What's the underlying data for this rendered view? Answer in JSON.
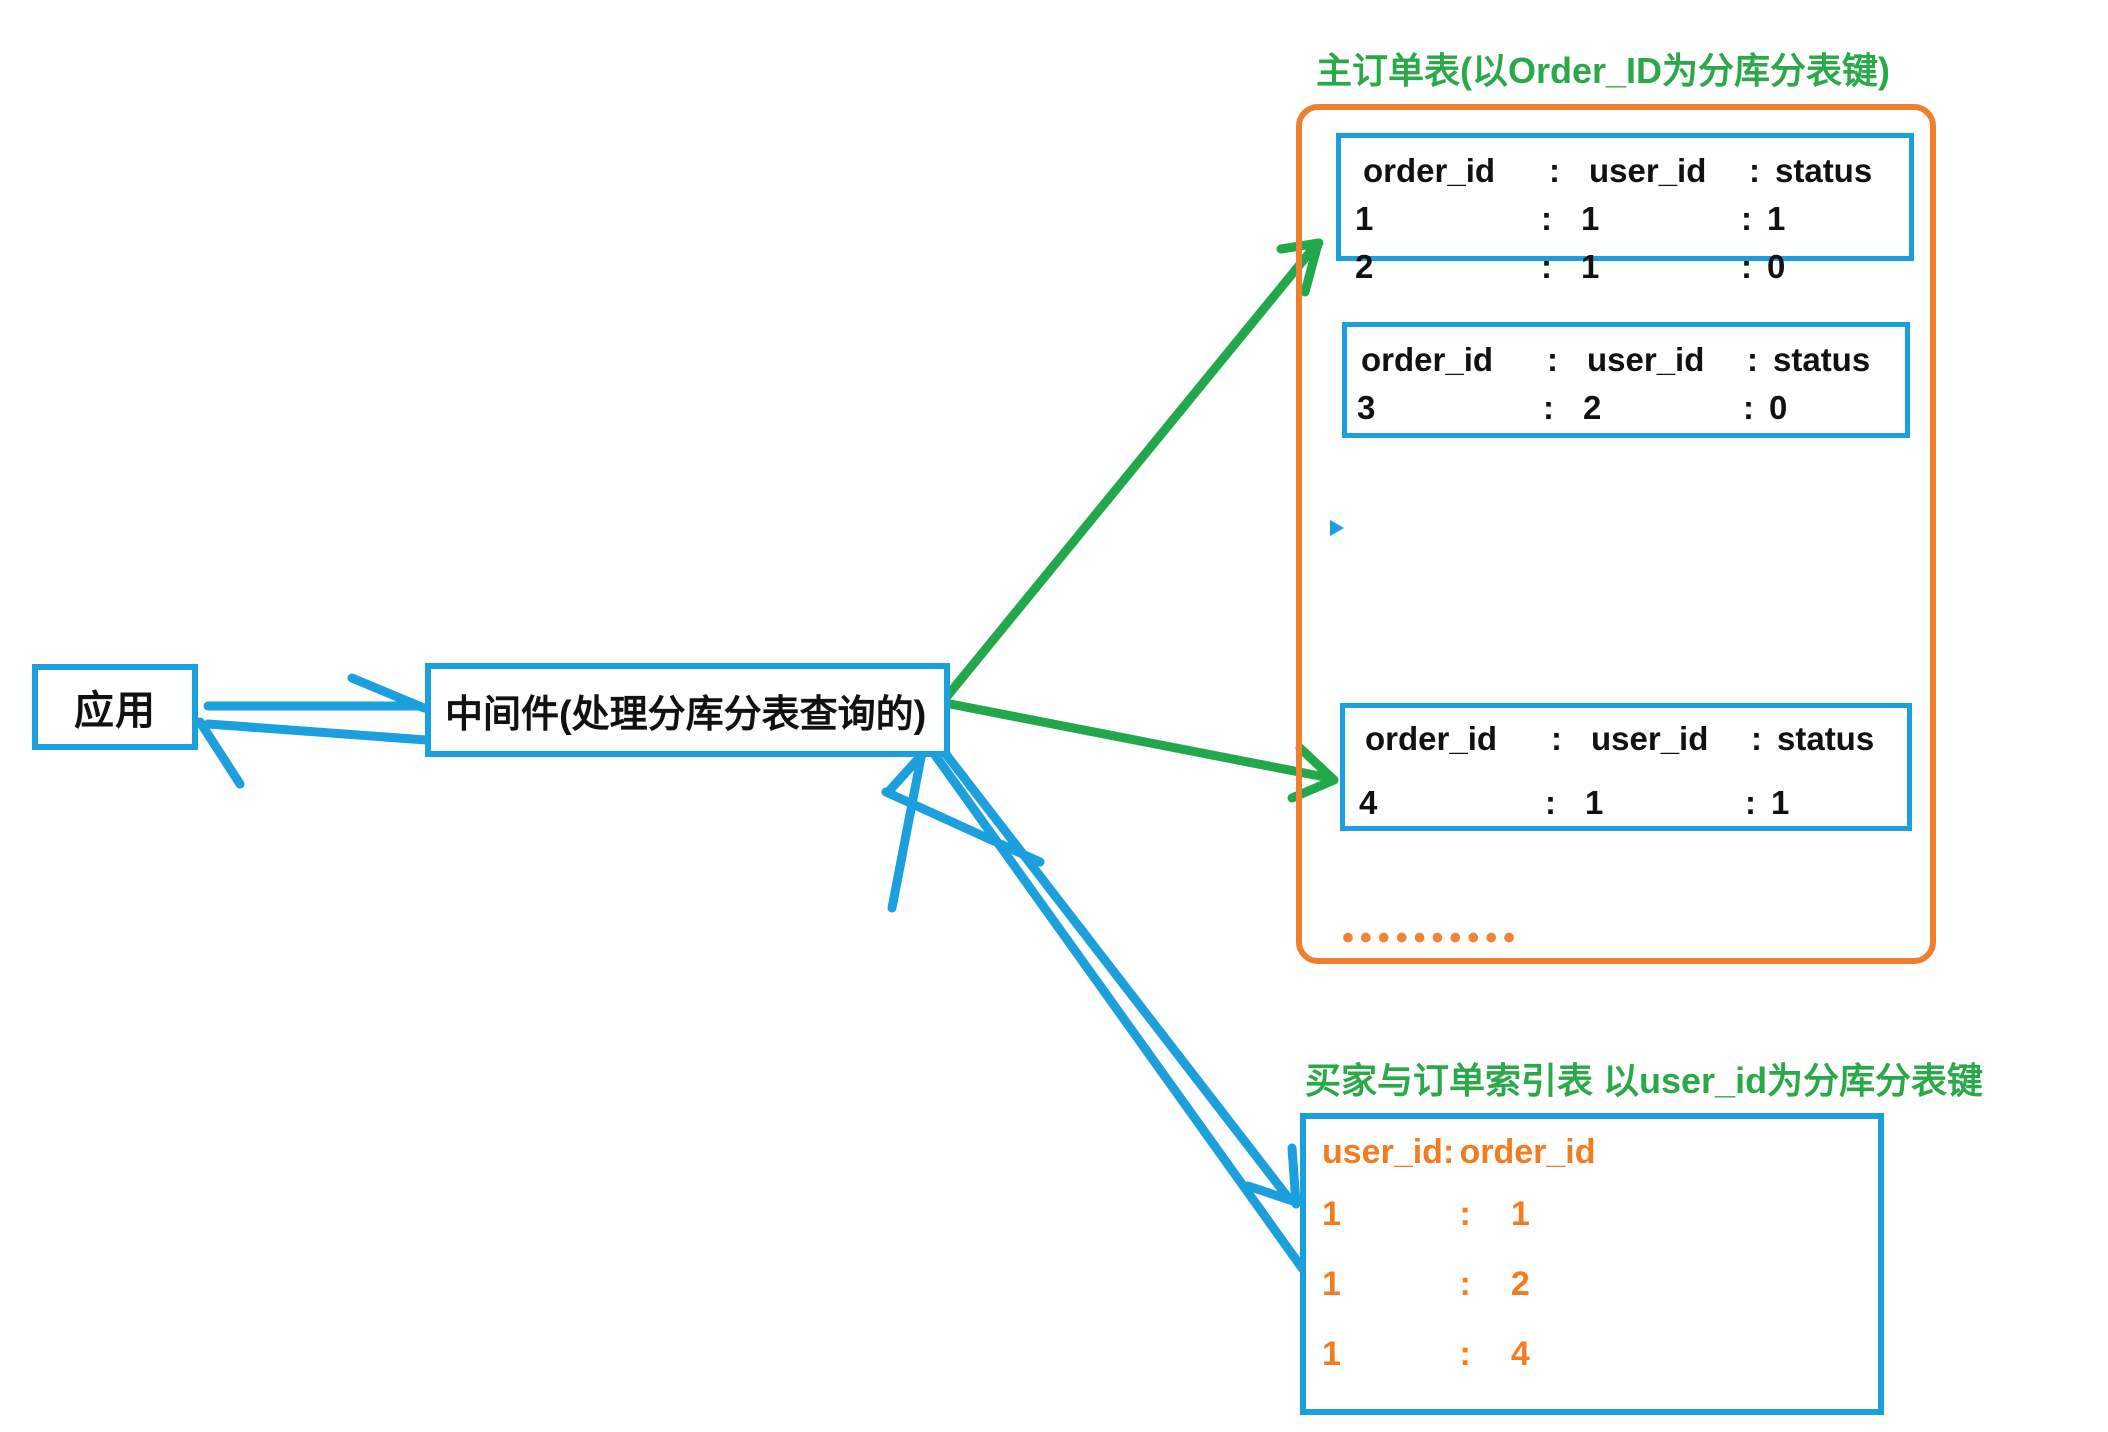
{
  "diagram": {
    "type": "architecture-sharding-diagram",
    "colors": {
      "box_border_blue": "#1b9fdd",
      "container_orange": "#ef7f2e",
      "title_green": "#2aa84a",
      "index_text_orange": "#f47c20",
      "arrow_green": "#21a84a",
      "arrow_blue": "#1b9fdd",
      "text_black": "#111111"
    },
    "nodes": {
      "app": {
        "label": "应用"
      },
      "middleware": {
        "label": "中间件(处理分库分表查询的)"
      }
    },
    "main_table": {
      "title": "主订单表(以Order_ID为分库分表键)",
      "ellipsis": "••••••••••",
      "shards": [
        {
          "name": "shard-1",
          "header": [
            "order_id",
            ":",
            "user_id",
            ":",
            "status"
          ],
          "rows": [
            [
              "1",
              ":",
              "1",
              ":",
              "1"
            ],
            [
              "2",
              ":",
              "1",
              ":",
              "0"
            ]
          ]
        },
        {
          "name": "shard-2",
          "header": [
            "order_id",
            ":",
            "user_id",
            ":",
            "status"
          ],
          "rows": [
            [
              "3",
              ":",
              "2",
              ":",
              "0"
            ]
          ]
        },
        {
          "name": "shard-3",
          "header": [
            "order_id",
            ":",
            "user_id",
            ":",
            "status"
          ],
          "rows": [
            [
              "4",
              ":",
              "1",
              ":",
              "1"
            ]
          ]
        }
      ]
    },
    "index_table": {
      "title": "买家与订单索引表 以user_id为分库分表键",
      "header": [
        "user_id:",
        "order_id"
      ],
      "rows": [
        [
          "1",
          ":",
          "1"
        ],
        [
          "1",
          ":",
          "2"
        ],
        [
          "1",
          ":",
          "4"
        ]
      ]
    },
    "arrows": [
      {
        "name": "app-to-middleware",
        "color": "#1b9fdd",
        "direction": "right"
      },
      {
        "name": "middleware-to-app",
        "color": "#1b9fdd",
        "direction": "left"
      },
      {
        "name": "middleware-to-shard-1",
        "color": "#21a84a",
        "direction": "up-right"
      },
      {
        "name": "middleware-to-shard-3",
        "color": "#21a84a",
        "direction": "down-right"
      },
      {
        "name": "middleware-to-index-table",
        "color": "#1b9fdd",
        "direction": "down-right"
      },
      {
        "name": "index-table-to-middleware",
        "color": "#1b9fdd",
        "direction": "up-left"
      }
    ]
  }
}
